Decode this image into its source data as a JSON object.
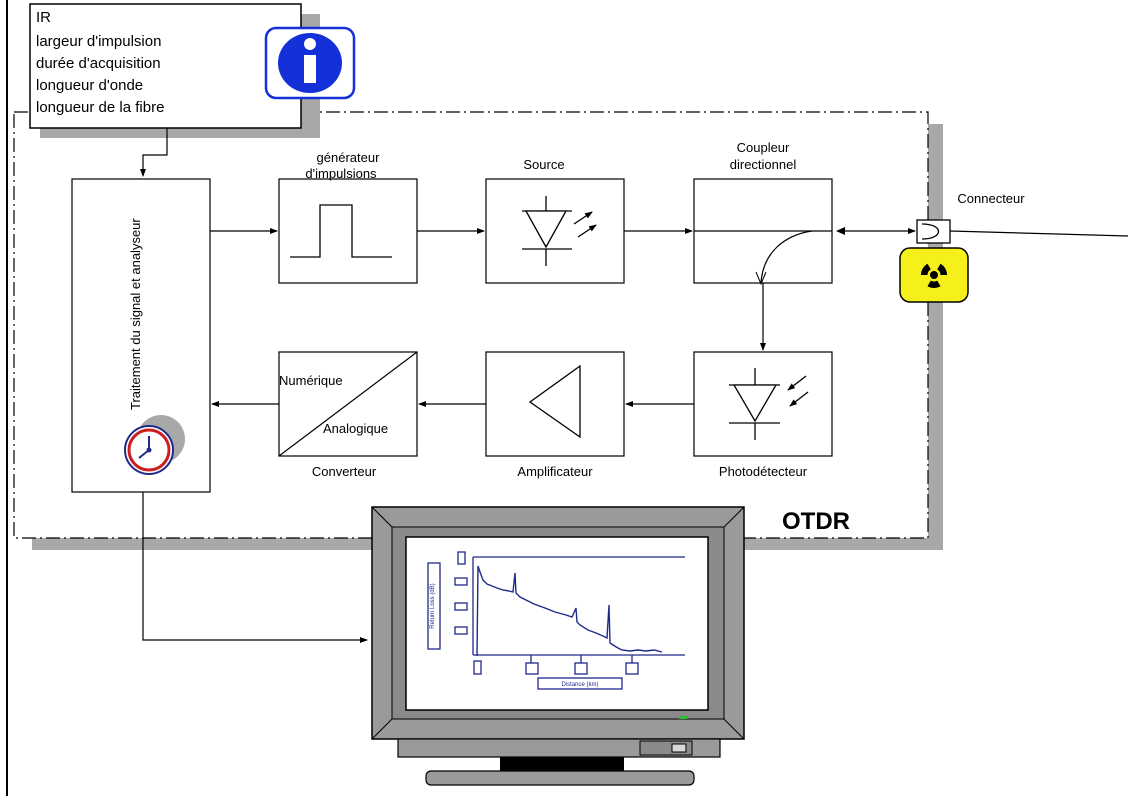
{
  "info_box": {
    "lines": [
      "IR",
      "largeur d'impulsion",
      "durée d'acquisition",
      "longueur d'onde",
      "longueur de la fibre"
    ],
    "icon": "info-icon"
  },
  "blocks": {
    "processor": "Traitement du signal et analyseur",
    "pulse_generator": [
      "générateur",
      "d'impulsions"
    ],
    "source": "Source",
    "coupler": [
      "Coupleur",
      "directionnel"
    ],
    "connector": "Connecteur",
    "photodetector": "Photodétecteur",
    "amplifier": "Amplificateur",
    "converter": "Converteur",
    "converter_top": "Numérique",
    "converter_bottom": "Analogique"
  },
  "otdr_label": "OTDR",
  "icons": [
    "clock-icon",
    "radiation-icon",
    "led-icon",
    "photodiode-icon"
  ],
  "screen_plot": {
    "ylabel": "Return Loss (dB)",
    "xlabel": "Distance (km)"
  },
  "colors": {
    "plot_blue": "#1f2a8a",
    "info_blue": "#1430d8",
    "radiation_yellow": "#f5ef1a",
    "monitor_gray": "#9a9a9a",
    "shadow_gray": "#a8a8a8"
  }
}
